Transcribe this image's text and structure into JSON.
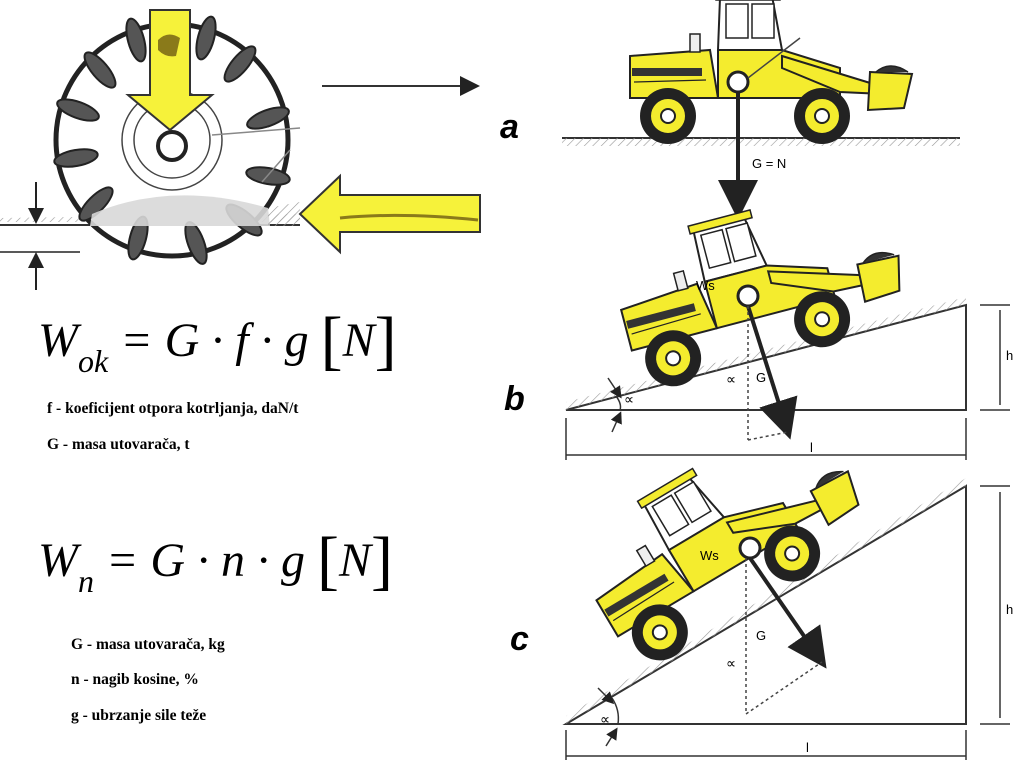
{
  "formulas": {
    "rolling": {
      "main": "W",
      "sub": "ok",
      "rhs": "= G · f · g",
      "unit": "N"
    },
    "slope": {
      "main": "W",
      "sub": "n",
      "rhs": "= G · n · g",
      "unit": "N"
    }
  },
  "legend_rolling": [
    "f - koeficijent otpora kotrljanja, daN/t",
    "G - masa utovarača, t"
  ],
  "legend_slope": [
    "G - masa utovarača, kg",
    "n - nagib kosine, %",
    "g - ubrzanje sile teže"
  ],
  "panels": {
    "a": {
      "letter": "a",
      "force": "G = N"
    },
    "b": {
      "letter": "b",
      "force": "G",
      "resist": "Ws",
      "angle": "∝",
      "height": "h",
      "length": "l"
    },
    "c": {
      "letter": "c",
      "force": "G",
      "resist": "Ws",
      "angle": "∝",
      "height": "h",
      "length": "l"
    }
  },
  "colors": {
    "yellow": "#f4ec2e",
    "arrow_fill": "#f6f23a",
    "ink": "#222222",
    "ground": "#d8d8d8"
  }
}
